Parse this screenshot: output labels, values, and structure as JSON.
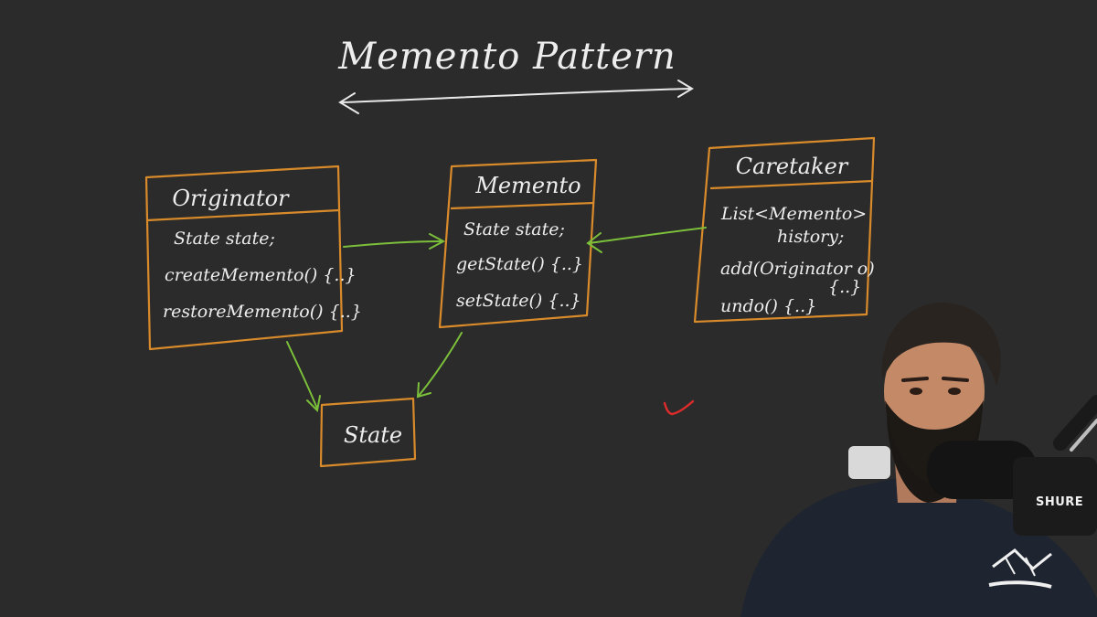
{
  "title": "Memento Pattern",
  "originator": {
    "name": "Originator",
    "lines": [
      "State state;",
      "createMemento() {..}",
      "restoreMemento() {..}"
    ]
  },
  "memento": {
    "name": "Memento",
    "lines": [
      "State state;",
      "getState() {..}",
      "setState() {..}"
    ]
  },
  "caretaker": {
    "name": "Caretaker",
    "lines": [
      "List<Memento>",
      "history;",
      "add(Originator o)",
      "{..}",
      "undo() {..}"
    ]
  },
  "state_box": {
    "name": "State"
  },
  "microphone": {
    "brand": "SHURE"
  },
  "colors": {
    "background": "#2b2b2b",
    "box_outline": "#d98b2b",
    "arrow": "#7bbf3a",
    "text": "#ededed",
    "check_mark": "#e02b2b"
  }
}
